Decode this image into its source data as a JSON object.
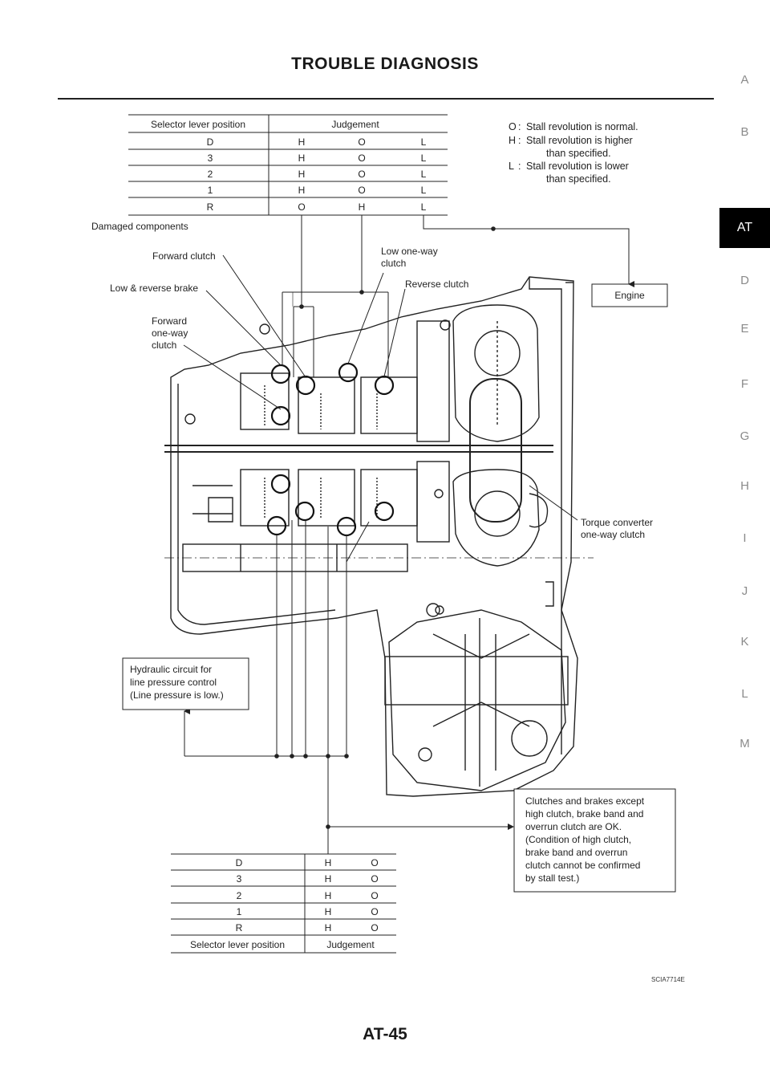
{
  "header": {
    "title": "TROUBLE DIAGNOSIS"
  },
  "side_tabs": [
    "A",
    "B",
    "AT",
    "D",
    "E",
    "F",
    "G",
    "H",
    "I",
    "J",
    "K",
    "L",
    "M"
  ],
  "active_tab": "AT",
  "top_table": {
    "col1_header": "Selector lever position",
    "col2_header": "Judgement",
    "rows": [
      [
        "D",
        "H",
        "O",
        "L"
      ],
      [
        "3",
        "H",
        "O",
        "L"
      ],
      [
        "2",
        "H",
        "O",
        "L"
      ],
      [
        "1",
        "H",
        "O",
        "L"
      ],
      [
        "R",
        "O",
        "H",
        "L"
      ]
    ]
  },
  "legend": [
    {
      "key": "O",
      "text1": "Stall revolution is normal.",
      "text2": ""
    },
    {
      "key": "H",
      "text1": "Stall revolution is higher",
      "text2": "than specified."
    },
    {
      "key": "L",
      "text1": "Stall revolution is lower",
      "text2": "than specified."
    }
  ],
  "labels": {
    "damaged_components": "Damaged components",
    "forward_clutch": "Forward clutch",
    "low_reverse_brake": "Low & reverse brake",
    "forward_oneway_1": "Forward",
    "forward_oneway_2": "one-way",
    "forward_oneway_3": "clutch",
    "low_oneway_1": "Low one-way",
    "low_oneway_2": "clutch",
    "reverse_clutch": "Reverse clutch",
    "engine": "Engine",
    "torque_converter_1": "Torque converter",
    "torque_converter_2": "one-way clutch"
  },
  "hydraulic_box": [
    "Hydraulic circuit for",
    "line pressure control",
    "(Line pressure is low.)"
  ],
  "clutches_box": [
    "Clutches and brakes except",
    "high clutch, brake band and",
    "overrun clutch are OK.",
    "(Condition of high clutch,",
    "brake band and overrun",
    "clutch cannot be confirmed",
    "by stall test.)"
  ],
  "bottom_table": {
    "rows": [
      [
        "D",
        "H",
        "O"
      ],
      [
        "3",
        "H",
        "O"
      ],
      [
        "2",
        "H",
        "O"
      ],
      [
        "1",
        "H",
        "O"
      ],
      [
        "R",
        "H",
        "O"
      ]
    ],
    "col1_footer": "Selector lever position",
    "col2_footer": "Judgement"
  },
  "source_code": "SCIA7714E",
  "page_number": "AT-45",
  "colors": {
    "ink": "#1a1a1a",
    "active_tab_bg": "#000000",
    "inactive_tab": "#8a8a8a"
  }
}
